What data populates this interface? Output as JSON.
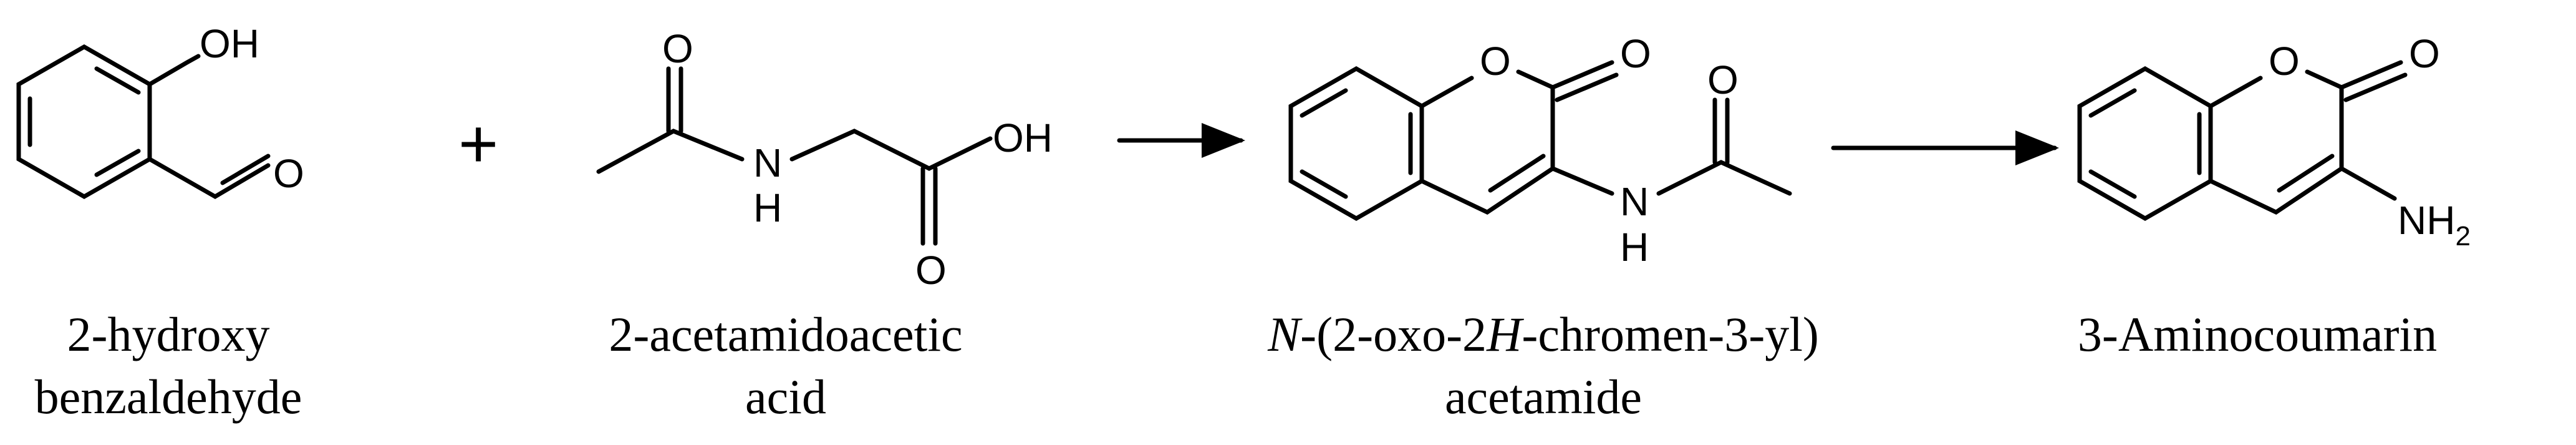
{
  "atoms": {
    "oh": "OH",
    "o": "O",
    "n": "N",
    "h": "H",
    "nh": "NH",
    "sub2": "2"
  },
  "operators": {
    "plus": "+"
  },
  "compounds": {
    "salicylaldehyde": {
      "line1": "2-hydroxy",
      "line2": "benzaldehyde"
    },
    "acetylglycine": {
      "line1": "2-acetamidoacetic",
      "line2": "acid"
    },
    "acetamidocoumarin": {
      "n": "N",
      "part1": "-(2-oxo-2",
      "h": "H",
      "part2": "-chromen-3-yl)",
      "line2": "acetamide"
    },
    "aminocoumarin": {
      "line1": "3-Aminocoumarin"
    }
  }
}
